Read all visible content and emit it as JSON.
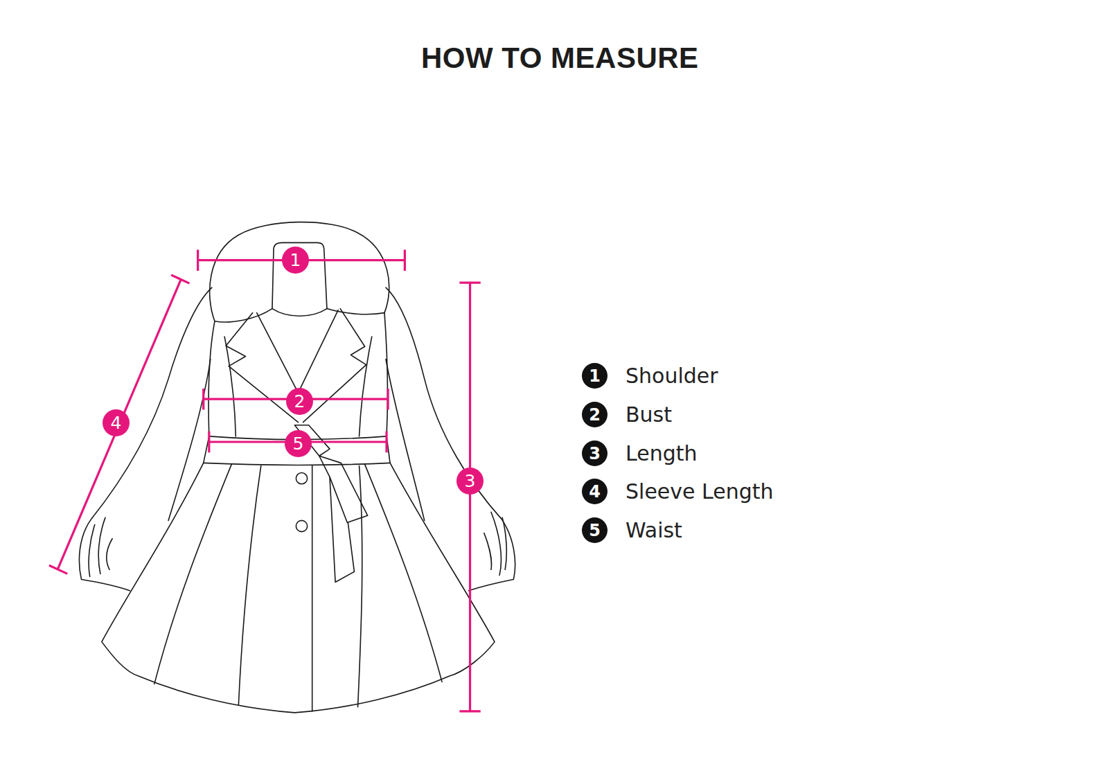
{
  "diagram": {
    "title": "HOW TO MEASURE",
    "nodes": [
      {
        "text": [
          "1"
        ]
      },
      {
        "text": [
          "2"
        ]
      },
      {
        "text": [
          "5"
        ]
      },
      {
        "text": [
          "4"
        ]
      },
      {
        "text": [
          "3"
        ]
      },
      {
        "text": [
          "1",
          "Shoulder"
        ]
      },
      {
        "text": [
          "2",
          "Bust"
        ]
      },
      {
        "text": [
          "3",
          "Length"
        ]
      },
      {
        "text": [
          "4",
          "Sleeve Length"
        ]
      },
      {
        "text": [
          "5",
          "Waist"
        ]
      }
    ]
  }
}
